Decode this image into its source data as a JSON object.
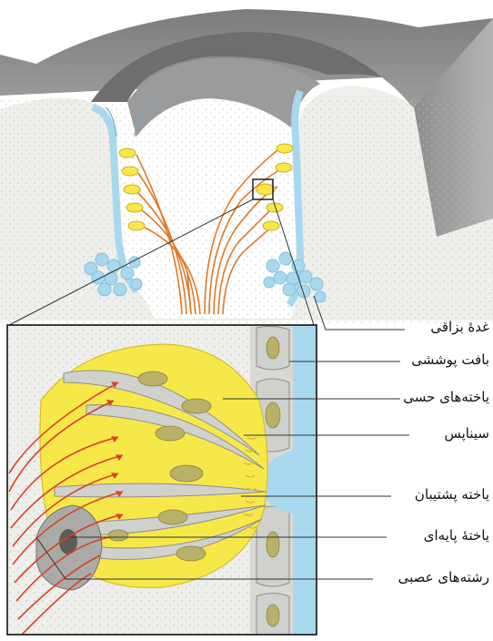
{
  "figure": {
    "labels": {
      "salivary_gland": "غدهٔ بزاقی",
      "epithelial_tissue": "بافت پوششی",
      "sensory_cells": "یاخته‌های حسی",
      "synapse": "سیناپس",
      "supporting_cell": "یاخته پشتیبان",
      "basal_cell": "یاختهٔ پایه‌ای",
      "nerve_fibers": "رشته‌های عصبی"
    },
    "colors": {
      "sensory_cell": "#f7e84a",
      "nerve_fiber": "#d9412b",
      "mucus": "#a8d8ee",
      "tissue": "#eeeeea",
      "nucleus": "#b9b06a",
      "supporting_cell": "#cfd1cc"
    }
  }
}
